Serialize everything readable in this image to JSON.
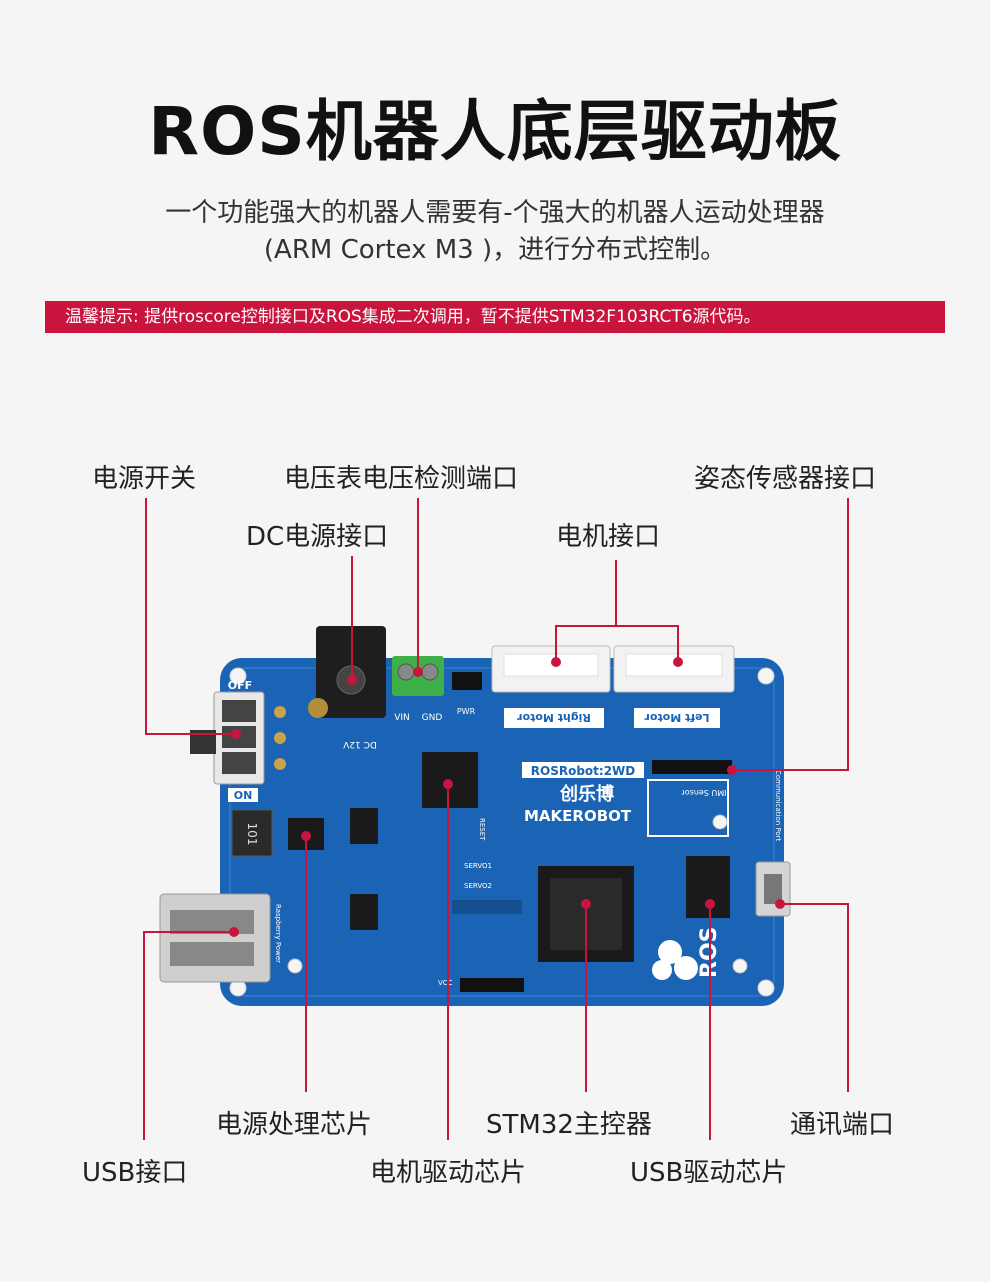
{
  "title": "ROS机器人底层驱动板",
  "intro": {
    "line1": "一个功能强大的机器人需要有-个强大的机器人运动处理器",
    "line2": "(ARM Cortex M3 )，进行分布式控制。"
  },
  "notice": "温馨提示: 提供roscore控制接口及ROS集成二次调用，暂不提供STM32F103RCT6源代码。",
  "labels": {
    "power_switch": "电源开关",
    "voltmeter_port": "电压表电压检测端口",
    "imu_port": "姿态传感器接口",
    "dc_power": "DC电源接口",
    "motor_port": "电机接口",
    "power_chip": "电源处理芯片",
    "stm32": "STM32主控器",
    "comm_port": "通讯端口",
    "usb_port": "USB接口",
    "motor_driver": "电机驱动芯片",
    "usb_driver": "USB驱动芯片"
  },
  "board": {
    "off": "OFF",
    "on": "ON",
    "dc12v": "DC 12V",
    "vin": "VIN",
    "gnd": "GND",
    "pwr": "PWR",
    "right_motor": "Right Motor",
    "left_motor": "Left Motor",
    "model": "ROSRobot:2WD",
    "brand_cn": "创乐博",
    "brand_en": "MAKEROBOT",
    "imu": "IMU Sensor",
    "comm": "Communication Port",
    "rpi_power": "Raspberry Power",
    "servo1": "SERVO1",
    "servo2": "SERVO2",
    "ros": "ROS",
    "inductor": "101",
    "reset": "RESET",
    "vcc": "VCC"
  },
  "colors": {
    "accent": "#c9153d",
    "pcb": "#1b63b4",
    "pcb_dark": "#0f4a8c",
    "connector": "#f2f2f2",
    "terminal": "#3db04a"
  }
}
